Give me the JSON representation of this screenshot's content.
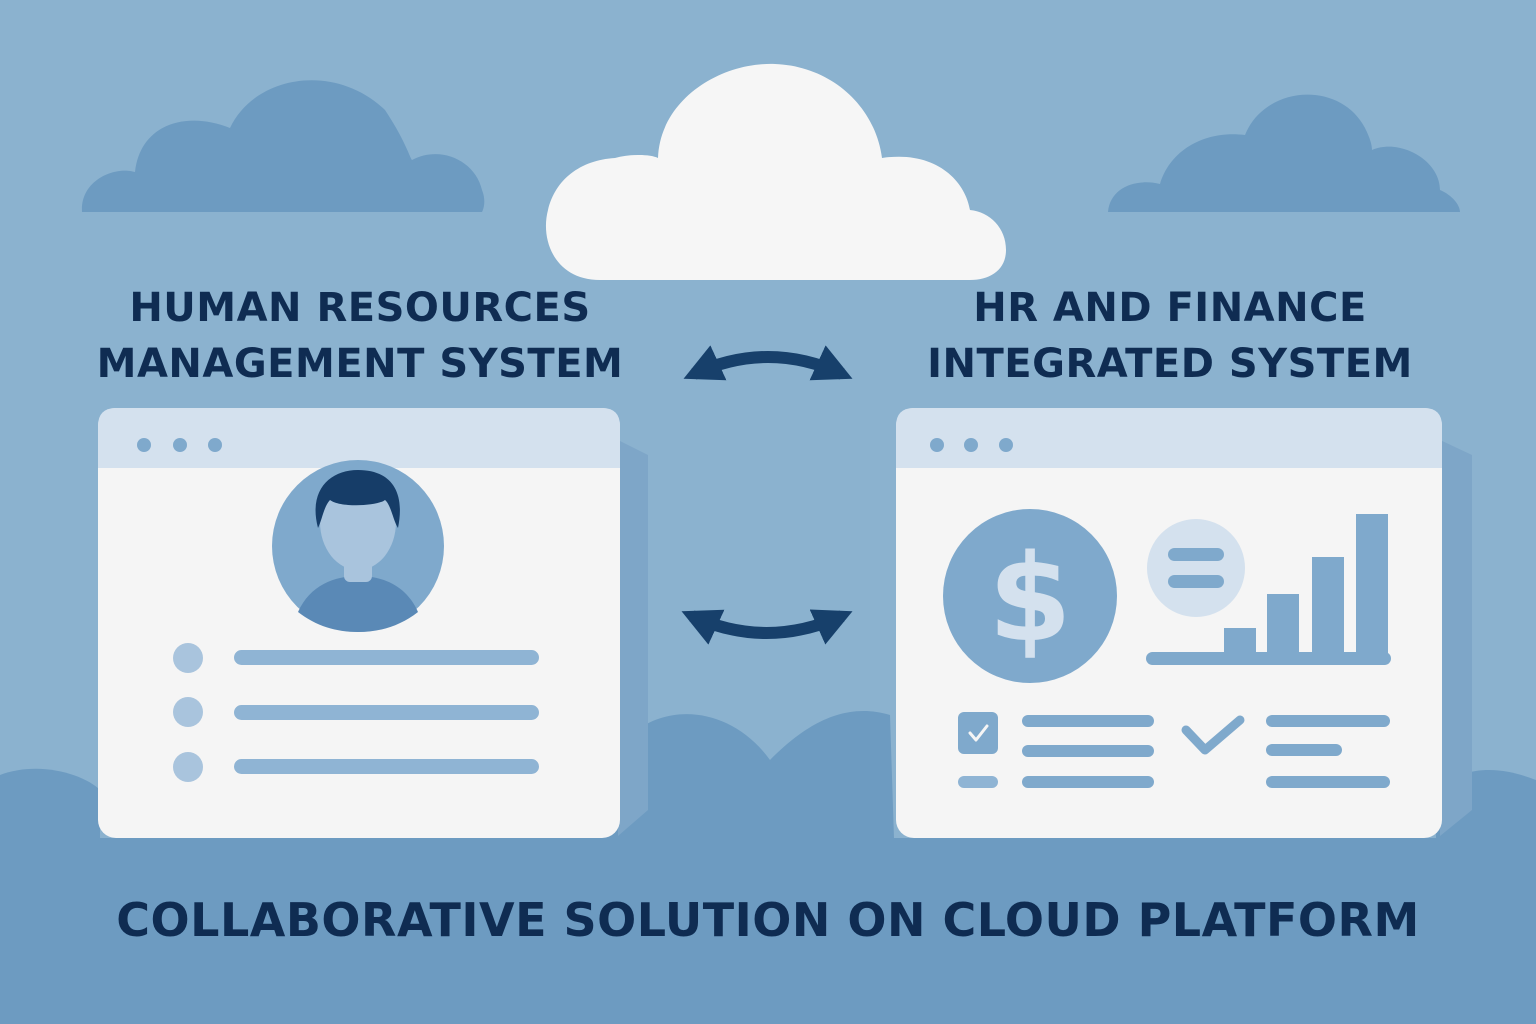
{
  "left_system": {
    "title_line1": "HUMAN RESOURCES",
    "title_line2": "MANAGEMENT SYSTEM",
    "icons": [
      "user-avatar-icon",
      "list-bullet-icon"
    ]
  },
  "right_system": {
    "title_line1": "HR AND FINANCE",
    "title_line2": "INTEGRATED SYSTEM",
    "icons": [
      "dollar-icon",
      "menu-icon",
      "bar-chart-icon",
      "checkbox-checked-icon",
      "checkmark-icon"
    ]
  },
  "connectors": [
    "bidirectional-arrow-icon",
    "bidirectional-arrow-icon"
  ],
  "footer": {
    "tagline": "COLLABORATIVE SOLUTION ON CLOUD PLATFORM"
  },
  "colors": {
    "background": "#8bb2cf",
    "cloud_dark": "#6d9bc1",
    "cloud_white": "#f6f6f6",
    "window_body": "#f5f5f5",
    "window_bar": "#d4e1ee",
    "accent_blue": "#7fa9cc",
    "text_dark": "#0f2c52"
  }
}
